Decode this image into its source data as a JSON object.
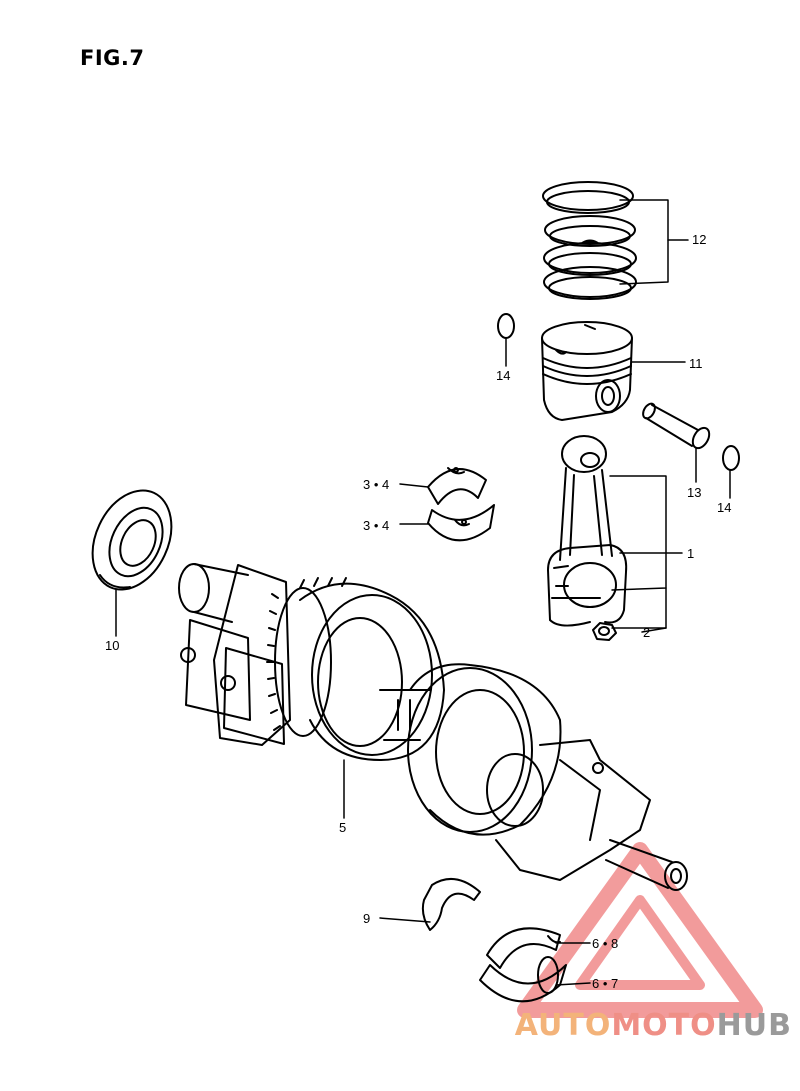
{
  "figure": {
    "title": "FIG.7"
  },
  "parts": [
    {
      "id": "12",
      "name": "piston-ring-set"
    },
    {
      "id": "14",
      "name": "piston-pin-circlip"
    },
    {
      "id": "11",
      "name": "piston"
    },
    {
      "id": "13",
      "name": "piston-pin"
    },
    {
      "id": "14",
      "name": "piston-pin-circlip-right"
    },
    {
      "id": "3 • 4",
      "name": "connecting-rod-bearing-upper"
    },
    {
      "id": "3 • 4",
      "name": "connecting-rod-bearing-lower"
    },
    {
      "id": "1",
      "name": "connecting-rod"
    },
    {
      "id": "2",
      "name": "connecting-rod-nut"
    },
    {
      "id": "10",
      "name": "crankshaft-oil-seal"
    },
    {
      "id": "5",
      "name": "crankshaft"
    },
    {
      "id": "9",
      "name": "thrust-washer"
    },
    {
      "id": "6 • 8",
      "name": "main-bearing-upper"
    },
    {
      "id": "6 • 7",
      "name": "main-bearing-lower"
    }
  ],
  "watermark": {
    "part1": "AUTO",
    "part2": "MOTO",
    "part3": "HUB",
    "colors": {
      "auto": "#f3b37a",
      "moto": "#ef8f86",
      "hub": "#9a9a9a",
      "triangle": "#e84a4a"
    }
  }
}
